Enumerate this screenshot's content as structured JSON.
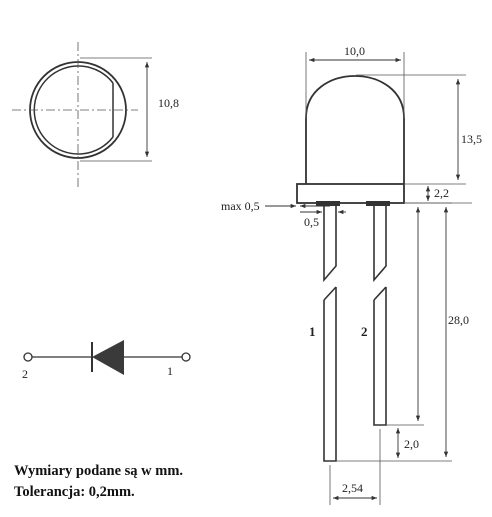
{
  "dimensions": {
    "top_view_diameter": "10,8",
    "lens_width": "10,0",
    "lens_height": "13,5",
    "flange_height": "2,2",
    "max_offset": "max 0,5",
    "lead_width": "0,5",
    "lead_length": "28,0",
    "lead_difference": "2,0",
    "lead_pitch": "2,54"
  },
  "pins": {
    "lead_1": "1",
    "lead_2": "2",
    "symbol_left": "2",
    "symbol_right": "1"
  },
  "notes": {
    "units": "Wymiary podane są w mm.",
    "tolerance": "Tolerancja: 0,2mm."
  },
  "colors": {
    "line": "#333333",
    "diode_fill": "#3a3a3a"
  }
}
